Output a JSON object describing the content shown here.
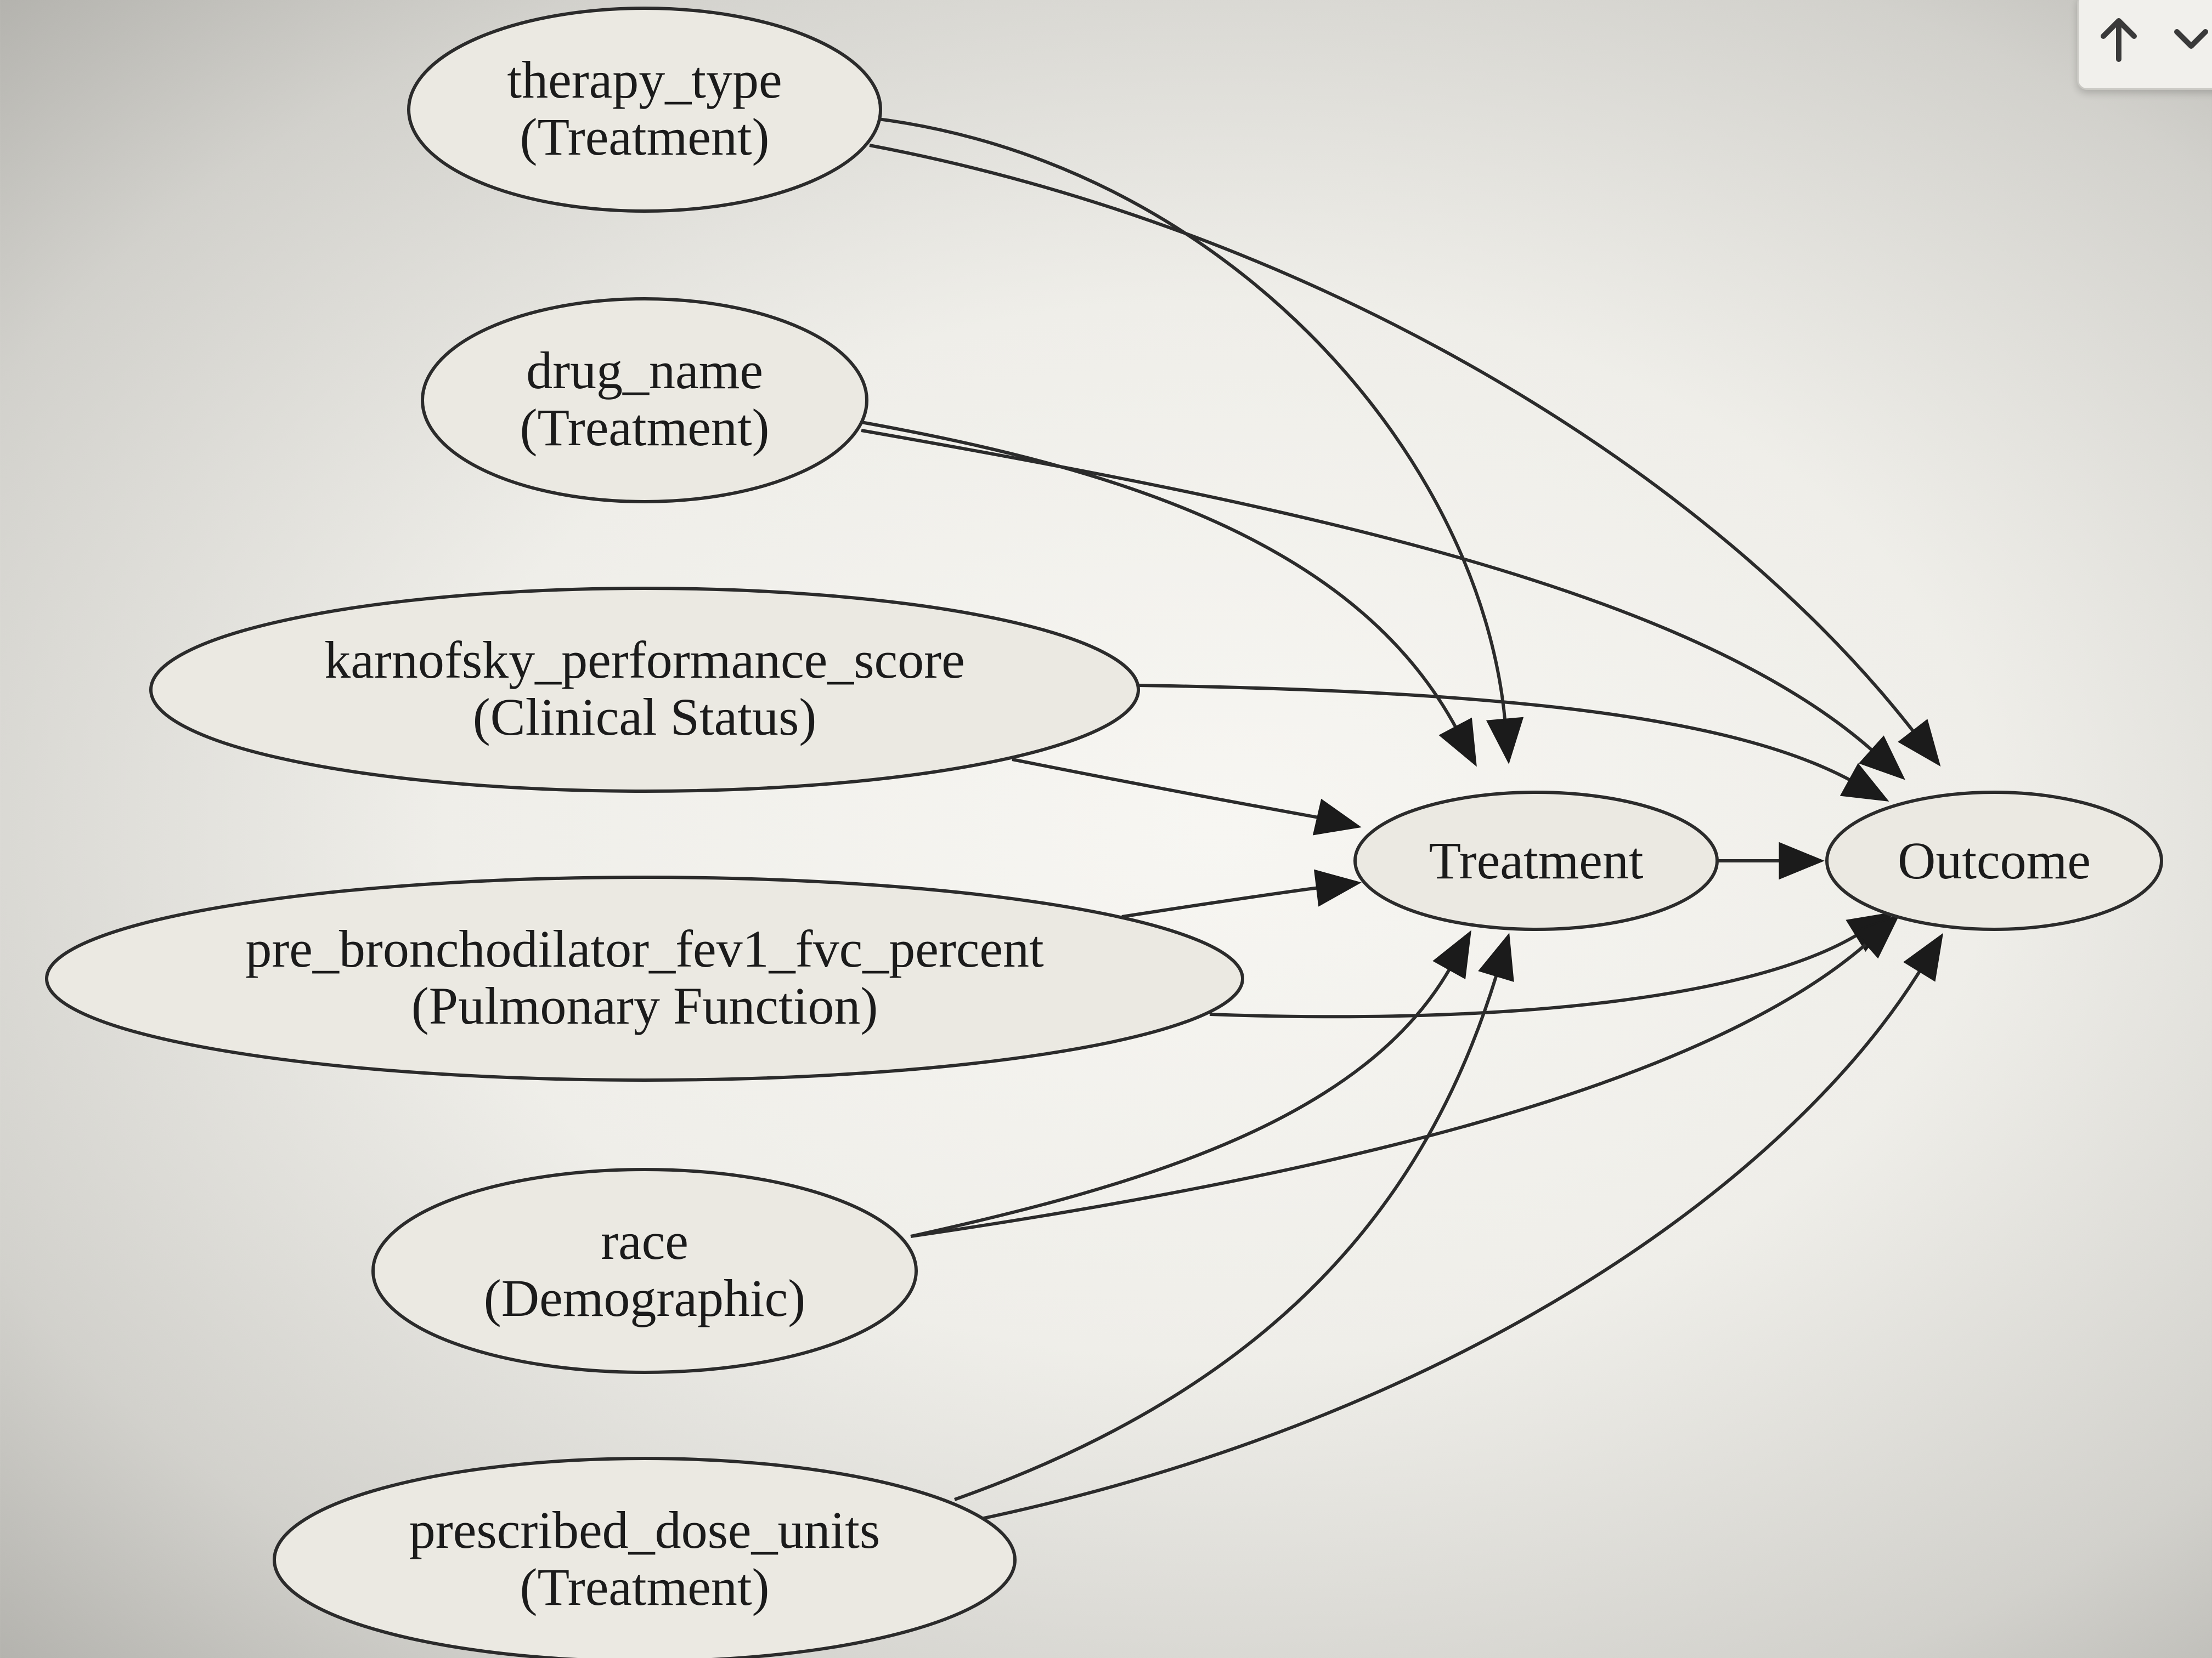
{
  "toolbar": {
    "buttons": [
      {
        "icon": "arrow-up-icon",
        "label": "Move up"
      },
      {
        "icon": "chevron-down-icon",
        "label": "Move down"
      }
    ]
  },
  "diagram": {
    "nodes": [
      {
        "id": "therapy_type",
        "line1": "therapy_type",
        "line2": "(Treatment)"
      },
      {
        "id": "drug_name",
        "line1": "drug_name",
        "line2": "(Treatment)"
      },
      {
        "id": "karnofsky",
        "line1": "karnofsky_performance_score",
        "line2": "(Clinical Status)"
      },
      {
        "id": "fev1",
        "line1": "pre_bronchodilator_fev1_fvc_percent",
        "line2": "(Pulmonary Function)"
      },
      {
        "id": "race",
        "line1": "race",
        "line2": "(Demographic)"
      },
      {
        "id": "dose_units",
        "line1": "prescribed_dose_units",
        "line2": "(Treatment)"
      },
      {
        "id": "treatment",
        "line1": "Treatment",
        "line2": ""
      },
      {
        "id": "outcome",
        "line1": "Outcome",
        "line2": ""
      }
    ],
    "edges": [
      {
        "from": "therapy_type",
        "to": "treatment"
      },
      {
        "from": "therapy_type",
        "to": "outcome"
      },
      {
        "from": "drug_name",
        "to": "treatment"
      },
      {
        "from": "drug_name",
        "to": "outcome"
      },
      {
        "from": "karnofsky",
        "to": "treatment"
      },
      {
        "from": "karnofsky",
        "to": "outcome"
      },
      {
        "from": "fev1",
        "to": "treatment"
      },
      {
        "from": "fev1",
        "to": "outcome"
      },
      {
        "from": "race",
        "to": "treatment"
      },
      {
        "from": "race",
        "to": "outcome"
      },
      {
        "from": "dose_units",
        "to": "treatment"
      },
      {
        "from": "dose_units",
        "to": "outcome"
      },
      {
        "from": "treatment",
        "to": "outcome"
      }
    ]
  }
}
